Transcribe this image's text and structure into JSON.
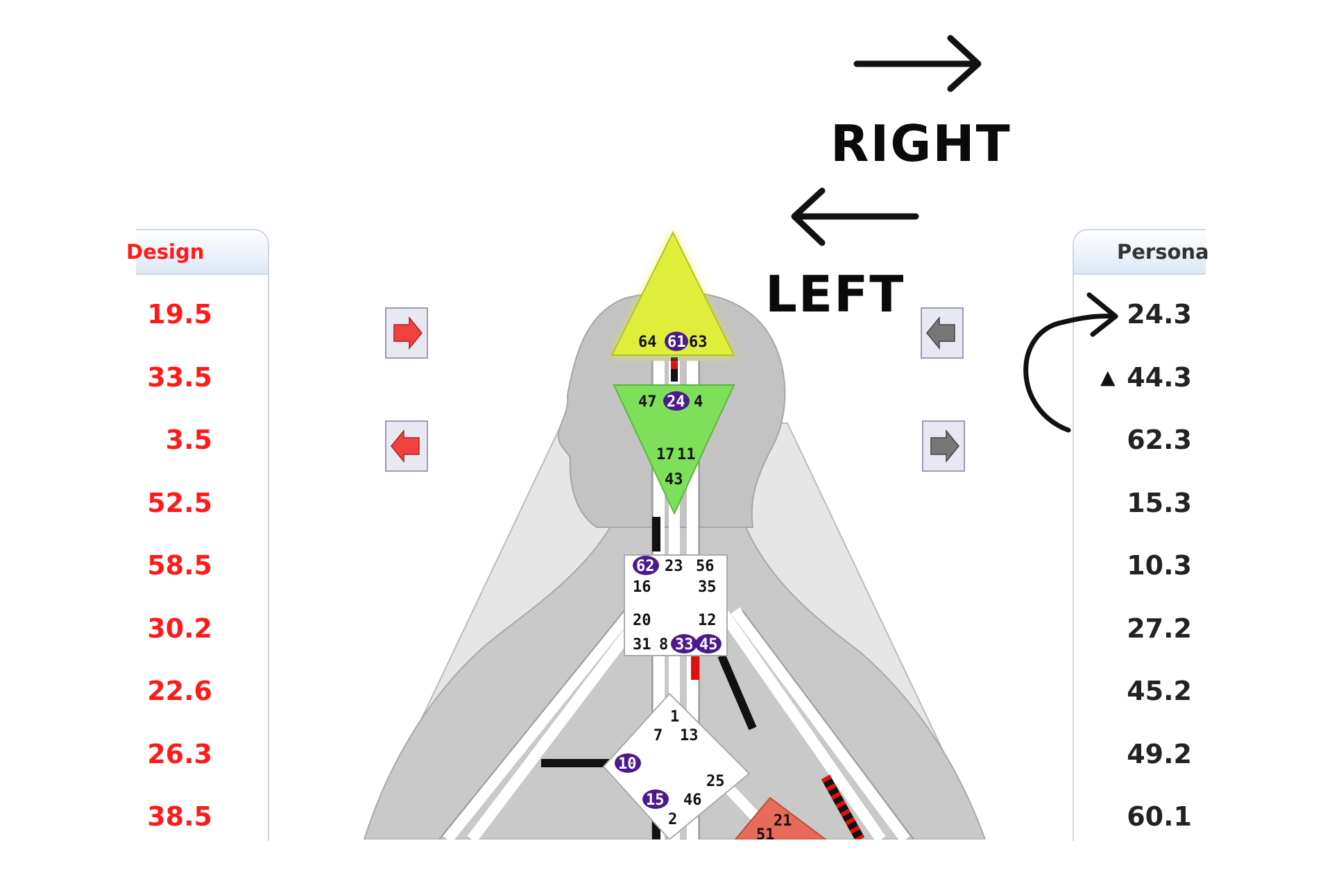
{
  "left_panel": {
    "header": "Design",
    "values": [
      "19.5",
      "33.5",
      "3.5",
      "52.5",
      "58.5",
      "30.2",
      "22.6",
      "26.3",
      "38.5"
    ]
  },
  "right_panel": {
    "header": "Persona",
    "values": [
      "24.3",
      "44.3",
      "62.3",
      "15.3",
      "10.3",
      "27.2",
      "45.2",
      "49.2",
      "60.1"
    ],
    "marker": "▲"
  },
  "labels": {
    "right": "RIGHT",
    "left": "LEFT"
  },
  "centers": {
    "head": {
      "gates": [
        "64",
        "61",
        "63"
      ],
      "color": "#e4f03c"
    },
    "ajna": {
      "gates": [
        "47",
        "24",
        "4",
        "17",
        "11",
        "43"
      ],
      "color": "#7fe05a"
    },
    "throat": {
      "gates": [
        "62",
        "23",
        "56",
        "16",
        "35",
        "20",
        "12",
        "31",
        "8",
        "33",
        "45"
      ]
    },
    "g": {
      "gates": [
        "1",
        "7",
        "13",
        "10",
        "25",
        "15",
        "46",
        "2"
      ]
    },
    "ego": {
      "gates": [
        "21",
        "51"
      ],
      "color": "#e86a5a"
    }
  },
  "colors": {
    "design_red": "#ff1a1a",
    "activated_purple": "#4b1a8c",
    "body_gray": "#c8c8c8"
  }
}
